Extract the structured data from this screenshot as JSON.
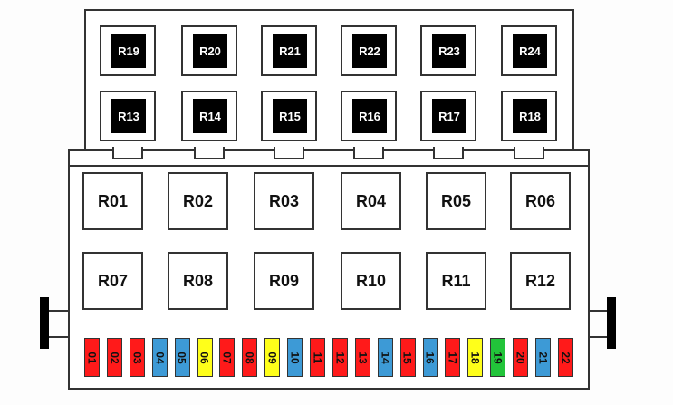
{
  "upper_relays": [
    "R19",
    "R20",
    "R21",
    "R22",
    "R23",
    "R24",
    "R13",
    "R14",
    "R15",
    "R16",
    "R17",
    "R18"
  ],
  "lower_relays": [
    "R01",
    "R02",
    "R03",
    "R04",
    "R05",
    "R06",
    "R07",
    "R08",
    "R09",
    "R10",
    "R11",
    "R12"
  ],
  "colors": {
    "red": "#ff1a1a",
    "blue": "#3d9ad6",
    "yellow": "#ffff1a",
    "green": "#22c43a"
  },
  "fuses": [
    {
      "label": "01",
      "color": "red"
    },
    {
      "label": "02",
      "color": "red"
    },
    {
      "label": "03",
      "color": "red"
    },
    {
      "label": "04",
      "color": "blue"
    },
    {
      "label": "05",
      "color": "blue"
    },
    {
      "label": "06",
      "color": "yellow"
    },
    {
      "label": "07",
      "color": "red"
    },
    {
      "label": "08",
      "color": "red"
    },
    {
      "label": "09",
      "color": "yellow"
    },
    {
      "label": "10",
      "color": "blue"
    },
    {
      "label": "11",
      "color": "red"
    },
    {
      "label": "12",
      "color": "red"
    },
    {
      "label": "13",
      "color": "red"
    },
    {
      "label": "14",
      "color": "blue"
    },
    {
      "label": "15",
      "color": "red"
    },
    {
      "label": "16",
      "color": "blue"
    },
    {
      "label": "17",
      "color": "red"
    },
    {
      "label": "18",
      "color": "yellow"
    },
    {
      "label": "19",
      "color": "green"
    },
    {
      "label": "20",
      "color": "red"
    },
    {
      "label": "21",
      "color": "blue"
    },
    {
      "label": "22",
      "color": "red"
    }
  ]
}
